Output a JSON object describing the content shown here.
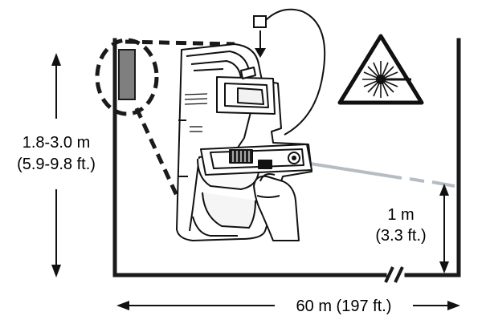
{
  "labels": {
    "height_range_m": "1.8-3.0 m",
    "height_range_ft": "(5.9-9.8 ft.)",
    "beam_height_m": "1 m",
    "beam_height_ft": "(3.3 ft.)",
    "distance": "60 m (197 ft.)"
  },
  "icons": {
    "warning": "laser-warning-icon",
    "detector": "detector-device",
    "hand": "hand-icon",
    "connector": "cable-connector-icon"
  },
  "colors": {
    "wall": "#1a1a1a",
    "mount_block": "#7f7f7f",
    "beam": "#b6bcc4",
    "device_outline": "#111111"
  }
}
